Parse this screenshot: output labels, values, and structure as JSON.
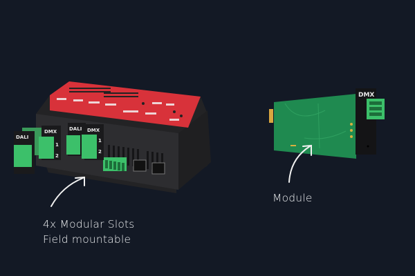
{
  "captions": {
    "slots_line1": "4x Modular Slots",
    "slots_line2": "Field mountable",
    "module": "Module"
  },
  "device_labels": {
    "dali": "DALI",
    "dmx": "DMX",
    "port1": "1",
    "port2": "2",
    "module_dmx": "DMX"
  },
  "colors": {
    "background": "#131925",
    "housing": "#2c2c2e",
    "top_panel": "#d8323a",
    "terminal": "#3cc06a",
    "pcb": "#1f8a50"
  }
}
